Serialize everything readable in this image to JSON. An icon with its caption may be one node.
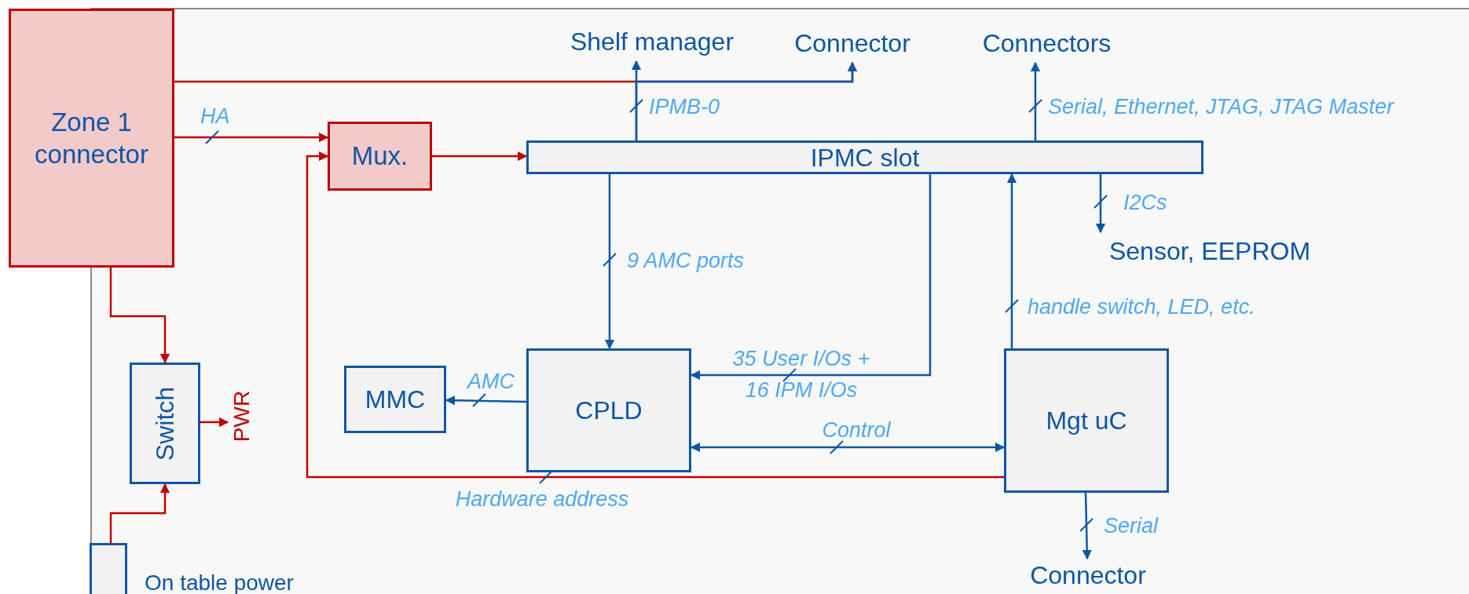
{
  "diagram": {
    "nodes": [
      {
        "text": [
          "Zone 1 connector"
        ]
      },
      {
        "text": [
          "Mux."
        ]
      },
      {
        "text": [
          "IPMC slot"
        ]
      },
      {
        "text": [
          "Shelf manager"
        ]
      },
      {
        "text": [
          "Connector"
        ]
      },
      {
        "text": [
          "Connectors"
        ]
      },
      {
        "text": [
          "Sensor, EEPROM"
        ]
      },
      {
        "text": [
          "MMC"
        ]
      },
      {
        "text": [
          "CPLD"
        ]
      },
      {
        "text": [
          "Mgt uC"
        ]
      },
      {
        "text": [
          "Connector"
        ]
      },
      {
        "text": [
          "Switch"
        ]
      },
      {
        "text": [
          "PWR"
        ]
      },
      {
        "text": [],
        "shape": "box",
        "beside": [
          "On table power"
        ]
      }
    ],
    "edges": [
      {
        "from": 0,
        "to": 4,
        "arrow": "to",
        "color": "#c00000"
      },
      {
        "from": 2,
        "to": 3,
        "arrow": "to",
        "label": "IPMB-0"
      },
      {
        "from": 2,
        "to": 4,
        "arrow": "to"
      },
      {
        "from": 0,
        "to": 1,
        "arrow": "to",
        "label": "HA",
        "color": "#c00000"
      },
      {
        "from": 9,
        "to": 1,
        "arrow": "to",
        "label": "Hardware address",
        "color": "#c00000"
      },
      {
        "from": 1,
        "to": 2,
        "arrow": "to",
        "color": "#c00000"
      },
      {
        "from": 2,
        "to": 5,
        "arrow": "to",
        "label": "Serial, Ethernet, JTAG, JTAG Master"
      },
      {
        "from": 2,
        "to": 6,
        "arrow": "to",
        "label": "I2Cs"
      },
      {
        "from": 2,
        "to": 8,
        "arrow": "to",
        "label": "9 AMC ports"
      },
      {
        "from": 2,
        "to": 8,
        "arrow": "to",
        "label": "35 User I/Os + 16 IPM I/Os"
      },
      {
        "from": 9,
        "to": 2,
        "arrow": "to",
        "label": "handle switch, LED, etc."
      },
      {
        "from": 8,
        "to": 9,
        "arrow": "both",
        "label": "Control"
      },
      {
        "from": 8,
        "to": 7,
        "arrow": "to",
        "label": "AMC"
      },
      {
        "from": 9,
        "to": 10,
        "arrow": "to",
        "label": "Serial"
      },
      {
        "from": 0,
        "to": 11,
        "arrow": "to",
        "color": "#c00000"
      },
      {
        "from": 13,
        "to": 11,
        "arrow": "to",
        "color": "#c00000"
      },
      {
        "from": 11,
        "to": 12,
        "arrow": "to",
        "color": "#c00000"
      }
    ]
  }
}
